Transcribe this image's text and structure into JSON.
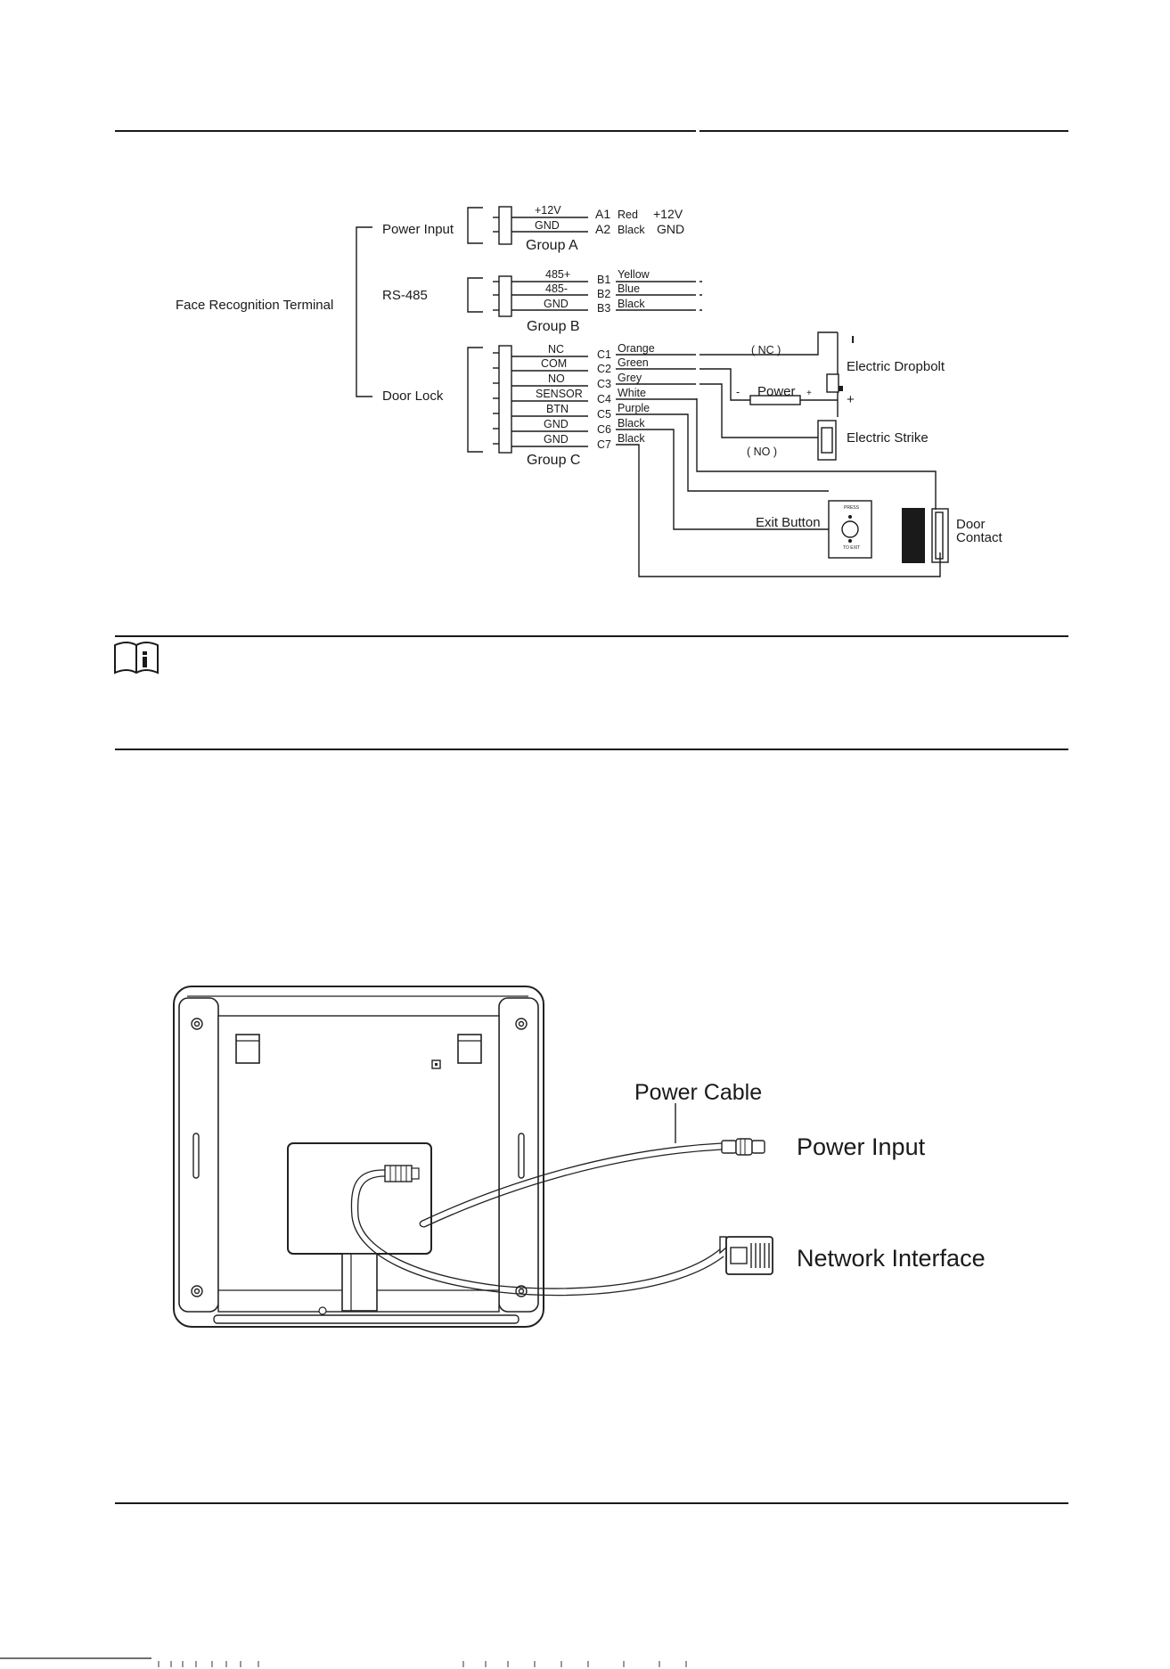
{
  "wiring": {
    "terminal": "Face Recognition Terminal",
    "groups": {
      "power_input": "Power Input",
      "rs485": "RS-485",
      "door_lock": "Door Lock"
    },
    "group_a": {
      "name": "Group A",
      "pins": [
        "+12V",
        "GND"
      ],
      "ids": [
        "A1",
        "A2"
      ],
      "colors": [
        "Red",
        "Black"
      ],
      "targets": [
        "+12V",
        "GND"
      ]
    },
    "group_b": {
      "name": "Group B",
      "pins": [
        "485+",
        "485-",
        "GND"
      ],
      "ids": [
        "B1",
        "B2",
        "B3"
      ],
      "colors": [
        "Yellow",
        "Blue",
        "Black"
      ]
    },
    "group_c": {
      "name": "Group C",
      "pins": [
        "NC",
        "COM",
        "NO",
        "SENSOR",
        "BTN",
        "GND",
        "GND"
      ],
      "ids": [
        "C1",
        "C2",
        "C3",
        "C4",
        "C5",
        "C6",
        "C7"
      ],
      "colors": [
        "Orange",
        "Green",
        "Grey",
        "White",
        "Purple",
        "Black",
        "Black"
      ]
    },
    "devices": {
      "nc_label": "( NC )",
      "no_label": "( NO )",
      "power_label": "Power",
      "minus": "-",
      "plus": "+",
      "bolt_minus": "ı",
      "bolt_plus": "+",
      "dropbolt": "Electric Dropbolt",
      "strike": "Electric Strike",
      "exit_button": "Exit Button",
      "press": "PRESS",
      "to_exit": "TO EXIT",
      "door_contact_1": "Door",
      "door_contact_2": "Contact"
    }
  },
  "cable": {
    "power_cable": "Power Cable",
    "power_input": "Power Input",
    "network_interface": "Network Interface"
  },
  "note_icon": "note-info-icon"
}
